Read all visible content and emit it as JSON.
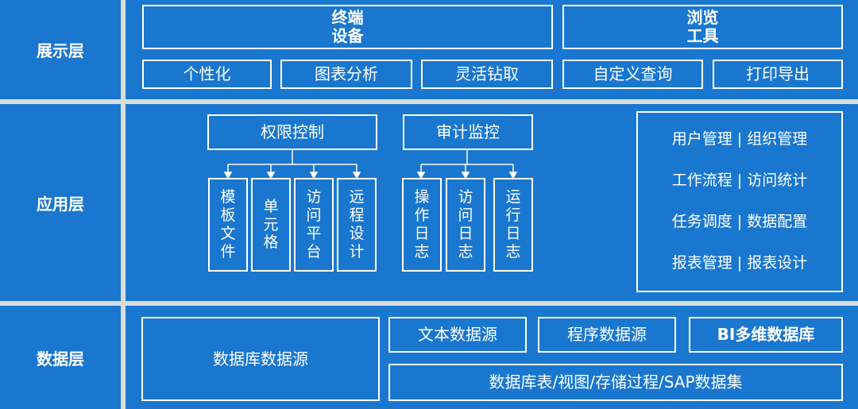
{
  "layers": {
    "presentation": {
      "label": "展示层",
      "devices": [
        "终端",
        "设备"
      ],
      "browser": [
        "浏览",
        "工具"
      ],
      "features": [
        "个性化",
        "图表分析",
        "灵活钻取",
        "自定义查询",
        "打印导出"
      ]
    },
    "application": {
      "label": "应用层",
      "permission": {
        "title": "权限控制",
        "children": [
          [
            "模",
            "板",
            "文",
            "件"
          ],
          [
            "单",
            "元",
            "格"
          ],
          [
            "访",
            "问",
            "平",
            "台"
          ],
          [
            "远",
            "程",
            "设",
            "计"
          ]
        ]
      },
      "audit": {
        "title": "审计监控",
        "children": [
          [
            "操",
            "作",
            "日",
            "志"
          ],
          [
            "访",
            "问",
            "日",
            "志"
          ],
          [
            "运",
            "行",
            "日",
            "志"
          ]
        ]
      },
      "management": [
        "用户管理 | 组织管理",
        "工作流程 | 访问统计",
        "任务调度 | 数据配置",
        "报表管理 | 报表设计"
      ]
    },
    "data": {
      "label": "数据层",
      "db_source": "数据库数据源",
      "text_source": "文本数据源",
      "program_source": "程序数据源",
      "bi_source": "BI多维数据库",
      "tables": "数据库表/视图/存储过程/SAP数据集"
    }
  },
  "colors": {
    "panel": "#1a77cf",
    "background": "#d9dde2",
    "line": "#ffffff"
  }
}
